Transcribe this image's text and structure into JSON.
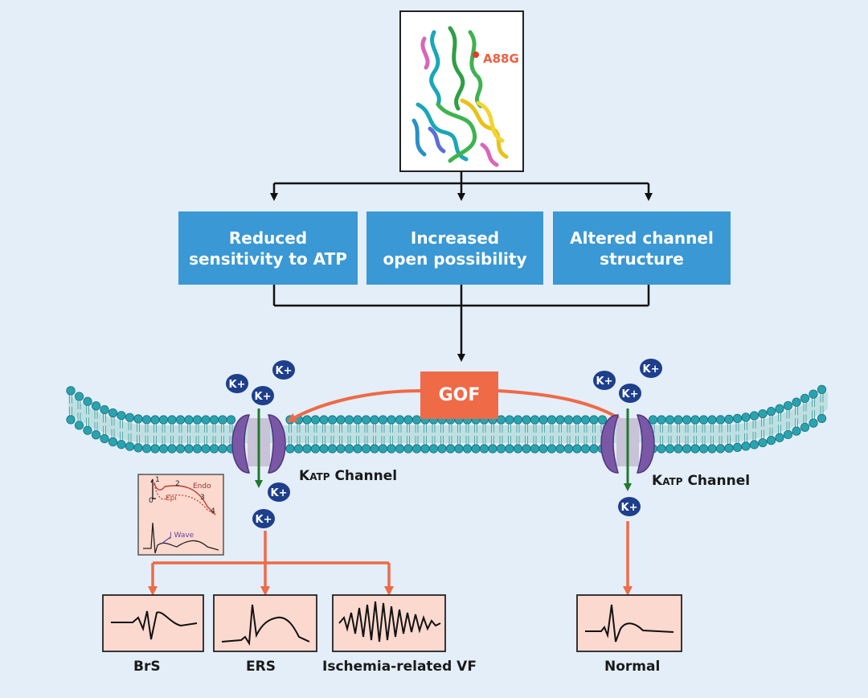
{
  "structure": {
    "mutation_label": "A88G"
  },
  "mechanism_boxes": [
    {
      "line1": "Reduced",
      "line2": "sensitivity to ATP"
    },
    {
      "line1": "Increased",
      "line2": "open possibility"
    },
    {
      "line1": "Altered channel",
      "line2": "structure"
    }
  ],
  "gof_label": "GOF",
  "ion_label": "K+",
  "channel_label_prefix": "K",
  "channel_label_sub": "ATP",
  "channel_label_suffix": " Channel",
  "action_potential": {
    "phase_labels": [
      "0",
      "1",
      "2",
      "3",
      "4"
    ],
    "endo_label": "Endo",
    "epi_label": "Epi",
    "j_wave_label": "J Wave"
  },
  "outcomes": [
    "BrS",
    "ERS",
    "Ischemia-related VF",
    "Normal"
  ],
  "colors": {
    "background": "#e3eef8",
    "box": "#3a98d4",
    "gof": "#ef6a47",
    "arrow_orange": "#ef6a47",
    "channel": "#7a58a6",
    "ion": "#1d3f8c",
    "lipid_head": "#2aa3b0",
    "ecg_panel": "#fbd9cf",
    "mutation": "#f06040"
  }
}
